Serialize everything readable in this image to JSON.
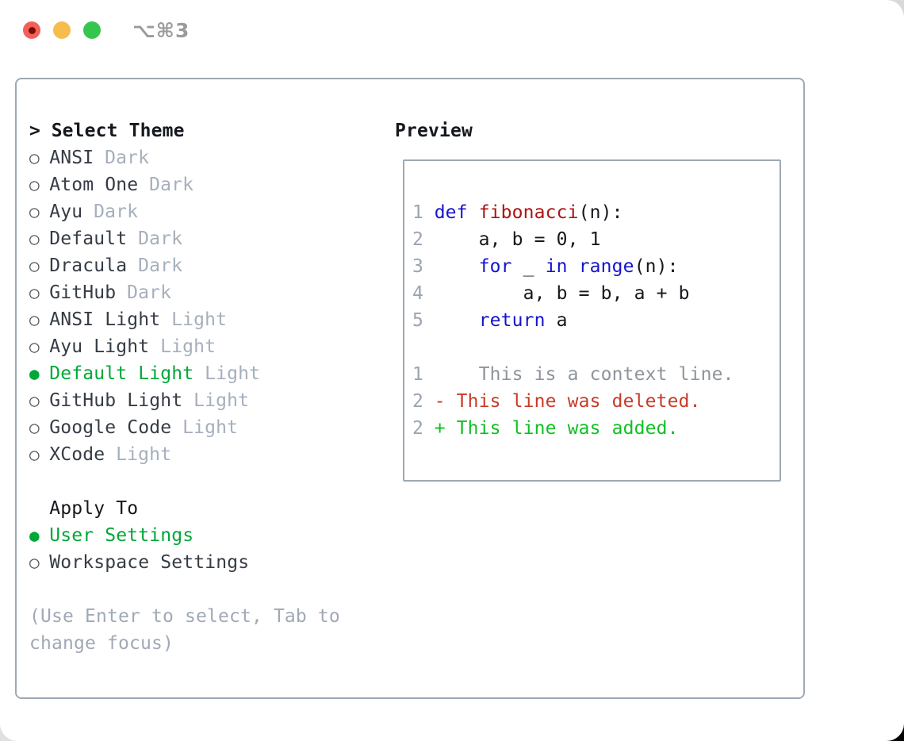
{
  "titlebar": {
    "shortcut": "⌥⌘3"
  },
  "glyphs": {
    "header_marker": ">",
    "radio_selected": "●",
    "radio_unselected": "○"
  },
  "colors": {
    "traffic_red": "#f1615a",
    "traffic_red_dot": "#7a0e07",
    "traffic_yellow": "#f5bd4c",
    "traffic_green": "#35c64e",
    "shortcut_gray": "#9b9b9b",
    "border_gray": "#9fa9b4",
    "header_black": "#15181d",
    "text_dark": "#363c45",
    "marker_gray": "#4d535c",
    "tag_gray": "#a6afbc",
    "help_gray": "#a0a9b6",
    "selected_green": "#00a838",
    "lineno_gray": "#9aa4b1",
    "code_black": "#15181d",
    "keyword_blue": "#1414cc",
    "function_red": "#ae1313",
    "context_gray": "#8d949c",
    "deleted_red": "#c63b28",
    "added_green": "#12bf23"
  },
  "theme_list": {
    "header": "Select Theme",
    "items": [
      {
        "name": "ANSI",
        "tag": "Dark",
        "selected": false
      },
      {
        "name": "Atom One",
        "tag": "Dark",
        "selected": false
      },
      {
        "name": "Ayu",
        "tag": "Dark",
        "selected": false
      },
      {
        "name": "Default",
        "tag": "Dark",
        "selected": false
      },
      {
        "name": "Dracula",
        "tag": "Dark",
        "selected": false
      },
      {
        "name": "GitHub",
        "tag": "Dark",
        "selected": false
      },
      {
        "name": "ANSI Light",
        "tag": "Light",
        "selected": false
      },
      {
        "name": "Ayu Light",
        "tag": "Light",
        "selected": false
      },
      {
        "name": "Default Light",
        "tag": "Light",
        "selected": true
      },
      {
        "name": "GitHub Light",
        "tag": "Light",
        "selected": false
      },
      {
        "name": "Google Code",
        "tag": "Light",
        "selected": false
      },
      {
        "name": "XCode",
        "tag": "Light",
        "selected": false
      }
    ]
  },
  "apply_to": {
    "header": "Apply To",
    "options": [
      {
        "label": "User Settings",
        "selected": true
      },
      {
        "label": "Workspace Settings",
        "selected": false
      }
    ]
  },
  "help_text": "(Use Enter to select, Tab to change focus)",
  "preview": {
    "title": "Preview",
    "code_lines": [
      {
        "num": "1",
        "segments": [
          {
            "text": "def",
            "color": "keyword"
          },
          {
            "text": " ",
            "color": "plain"
          },
          {
            "text": "fibonacci",
            "color": "function"
          },
          {
            "text": "(n):",
            "color": "plain"
          }
        ]
      },
      {
        "num": "2",
        "segments": [
          {
            "text": "    a, b = 0, 1",
            "color": "plain"
          }
        ]
      },
      {
        "num": "3",
        "segments": [
          {
            "text": "    ",
            "color": "plain"
          },
          {
            "text": "for",
            "color": "keyword"
          },
          {
            "text": " _ ",
            "color": "plain"
          },
          {
            "text": "in",
            "color": "keyword"
          },
          {
            "text": " ",
            "color": "plain"
          },
          {
            "text": "range",
            "color": "keyword"
          },
          {
            "text": "(n):",
            "color": "plain"
          }
        ]
      },
      {
        "num": "4",
        "segments": [
          {
            "text": "        a, b = b, a + b",
            "color": "plain"
          }
        ]
      },
      {
        "num": "5",
        "segments": [
          {
            "text": "    ",
            "color": "plain"
          },
          {
            "text": "return",
            "color": "keyword"
          },
          {
            "text": " a",
            "color": "plain"
          }
        ]
      }
    ],
    "diff_lines": [
      {
        "num": "1",
        "segments": [
          {
            "text": "    This is a context line.",
            "color": "context"
          }
        ]
      },
      {
        "num": "2",
        "segments": [
          {
            "text": "- This line was deleted.",
            "color": "deleted"
          }
        ]
      },
      {
        "num": "2",
        "segments": [
          {
            "text": "+ This line was added.",
            "color": "added"
          }
        ]
      }
    ]
  }
}
